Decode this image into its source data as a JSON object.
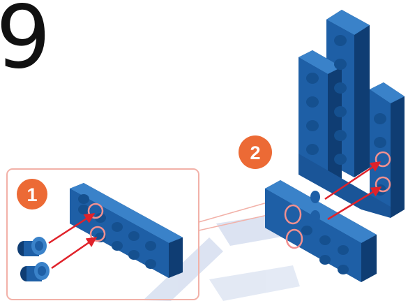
{
  "instruction": {
    "step_number": "9",
    "substeps": [
      {
        "label": "1"
      },
      {
        "label": "2"
      }
    ]
  },
  "colors": {
    "part_blue": "#1e5fa6",
    "part_blue_light": "#3a82c9",
    "part_blue_dark": "#0f3d73",
    "badge_orange": "#ec6a35",
    "arrow_red": "#e0222a",
    "callout_line": "#f2b1a8",
    "watermark": "#cfd9ec"
  },
  "icons": {
    "connector_peg": "cylindrical-peg-icon",
    "watermark": "logo-watermark"
  }
}
